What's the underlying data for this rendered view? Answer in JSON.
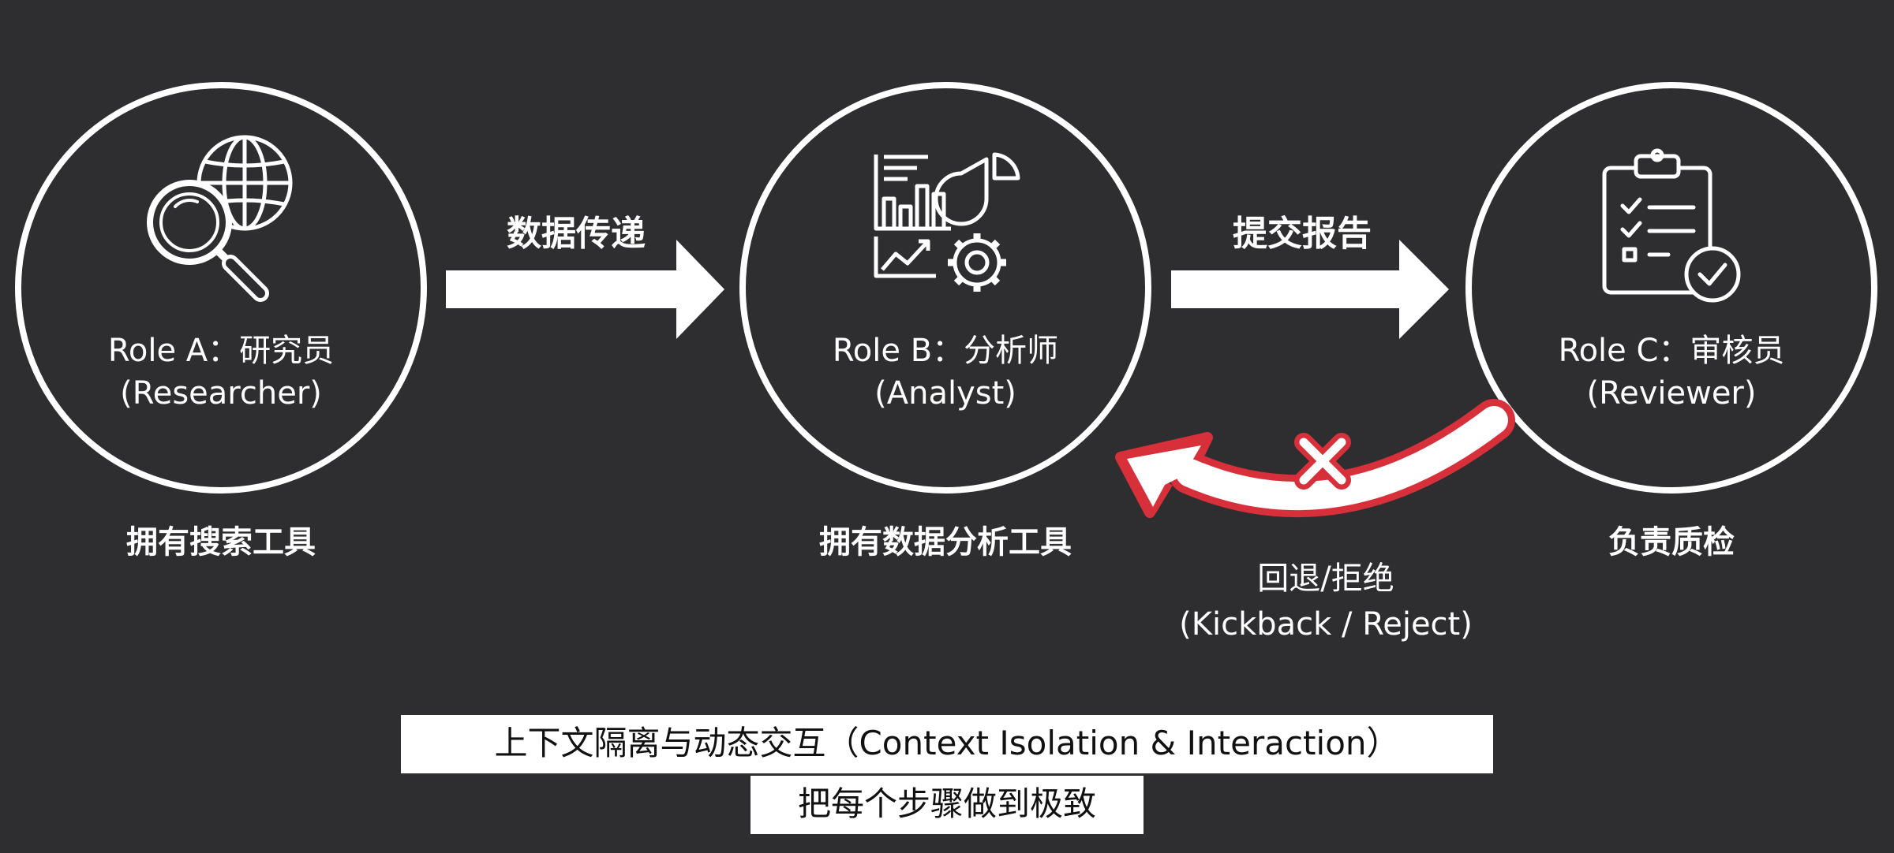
{
  "colors": {
    "background": "#2e2e30",
    "foreground": "#ffffff",
    "reject_accent": "#d7303a"
  },
  "roles": [
    {
      "title": "Role A：研究员",
      "subtitle": "(Researcher)",
      "caption": "拥有搜索工具",
      "icon": "globe-magnifier-icon"
    },
    {
      "title": "Role B：分析师",
      "subtitle": "(Analyst)",
      "caption": "拥有数据分析工具",
      "icon": "analytics-chart-gear-icon"
    },
    {
      "title": "Role C：审核员",
      "subtitle": "(Reviewer)",
      "caption": "负责质检",
      "icon": "clipboard-checklist-icon"
    }
  ],
  "arrows": [
    {
      "label": "数据传递"
    },
    {
      "label": "提交报告"
    }
  ],
  "kickback": {
    "label_cn": "回退/拒绝",
    "label_en": "(Kickback / Reject)",
    "icon": "reject-x-icon"
  },
  "subtitles": {
    "line1": "上下文隔离与动态交互（Context Isolation & Interaction）",
    "line2": "把每个步骤做到极致"
  }
}
